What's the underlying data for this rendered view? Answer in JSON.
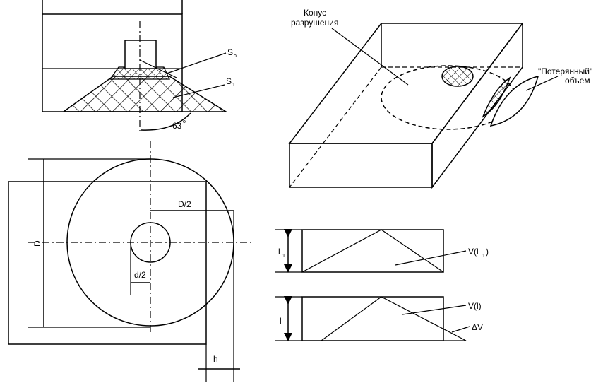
{
  "labels": {
    "cone_title_line1": "Конус",
    "cone_title_line2": "разрушения",
    "lost_volume_line1": "\"Потерянный\"",
    "lost_volume_line2": "объем",
    "angle": "63",
    "angle_unit": "o",
    "s_upper": "S",
    "s_upper_sub": "o",
    "s_lower": "S",
    "s_lower_sub": "1",
    "dim_D": "D",
    "dim_D_half": "D/2",
    "dim_d_half": "d/2",
    "dim_h": "h",
    "v_l1": "V(l",
    "v_l1_sub": "1",
    "v_l1_close": ")",
    "v_l": "V(l)",
    "l1": "l",
    "l1_sub": "1",
    "l": "l",
    "delta_v": "ΔV"
  }
}
